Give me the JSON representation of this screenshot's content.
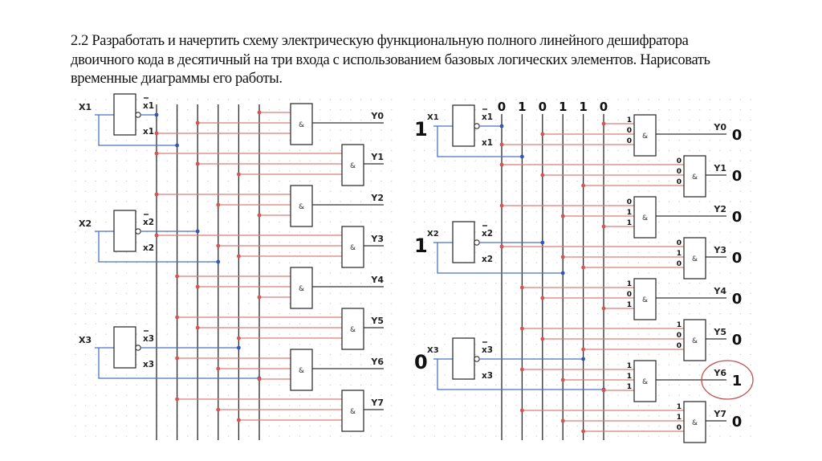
{
  "task": {
    "lines": [
      "2.2 Разработать и начертить схему электрическую функциональную полного линейного дешифратора",
      "двоичного кода в десятичный на три входа с использованием базовых логических элементов. Нарисовать",
      "временные диаграммы его работы."
    ]
  },
  "colors": {
    "bus": "#2b2b2b",
    "input_wire": "#4a72c8",
    "input_dot": "#3355c0",
    "gate_wire": "#e07a78",
    "gate_dot": "#d9534f",
    "grid_dot": "#cfcfcf",
    "highlight": "#c0504d"
  },
  "decoder": {
    "gate_symbol": "&",
    "inputs": [
      {
        "name": "X1",
        "inverted_label": "x1",
        "direct_label": "x1"
      },
      {
        "name": "X2",
        "inverted_label": "x2",
        "direct_label": "x2"
      },
      {
        "name": "X3",
        "inverted_label": "x3",
        "direct_label": "x3"
      }
    ],
    "buses": [
      "x1_not",
      "x1",
      "x2_not",
      "x2",
      "x3_not",
      "x3"
    ],
    "outputs": [
      {
        "name": "Y0",
        "connections": [
          "x3",
          "x2_not",
          "x1_not"
        ]
      },
      {
        "name": "Y1",
        "connections": [
          "x1_not",
          "x2_not",
          "x3_not"
        ]
      },
      {
        "name": "Y2",
        "connections": [
          "x1_not",
          "x2",
          "x3"
        ]
      },
      {
        "name": "Y3",
        "connections": [
          "x1_not",
          "x2",
          "x3_not"
        ]
      },
      {
        "name": "Y4",
        "connections": [
          "x1",
          "x2_not",
          "x3"
        ]
      },
      {
        "name": "Y5",
        "connections": [
          "x1",
          "x2_not",
          "x3_not"
        ]
      },
      {
        "name": "Y6",
        "connections": [
          "x1",
          "x2",
          "x3"
        ]
      },
      {
        "name": "Y7",
        "connections": [
          "x1",
          "x2",
          "x3_not"
        ]
      }
    ]
  },
  "example": {
    "input_values": [
      "1",
      "1",
      "0"
    ],
    "bus_values": [
      "0",
      "1",
      "0",
      "1",
      "1",
      "0"
    ],
    "gate_input_bits": [
      [
        "1",
        "0",
        "0"
      ],
      [
        "0",
        "0",
        "0"
      ],
      [
        "0",
        "1",
        "1"
      ],
      [
        "0",
        "1",
        "0"
      ],
      [
        "1",
        "0",
        "1"
      ],
      [
        "1",
        "0",
        "0"
      ],
      [
        "1",
        "1",
        "1"
      ],
      [
        "1",
        "1",
        "0"
      ]
    ],
    "output_values": [
      "0",
      "0",
      "0",
      "0",
      "0",
      "0",
      "1",
      "0"
    ],
    "highlighted_output": "Y6"
  }
}
